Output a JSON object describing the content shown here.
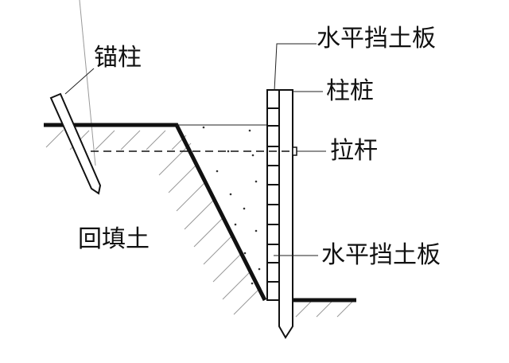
{
  "labels": {
    "top_board": "水平挡土板",
    "column_pile": "柱桩",
    "tie_rod": "拉杆",
    "bottom_board": "水平挡土板",
    "anchor_post": "锚柱",
    "backfill": "回填土"
  },
  "colors": {
    "line": "#111111",
    "thin": "#222222",
    "hatch": "#999999",
    "background": "#ffffff"
  }
}
